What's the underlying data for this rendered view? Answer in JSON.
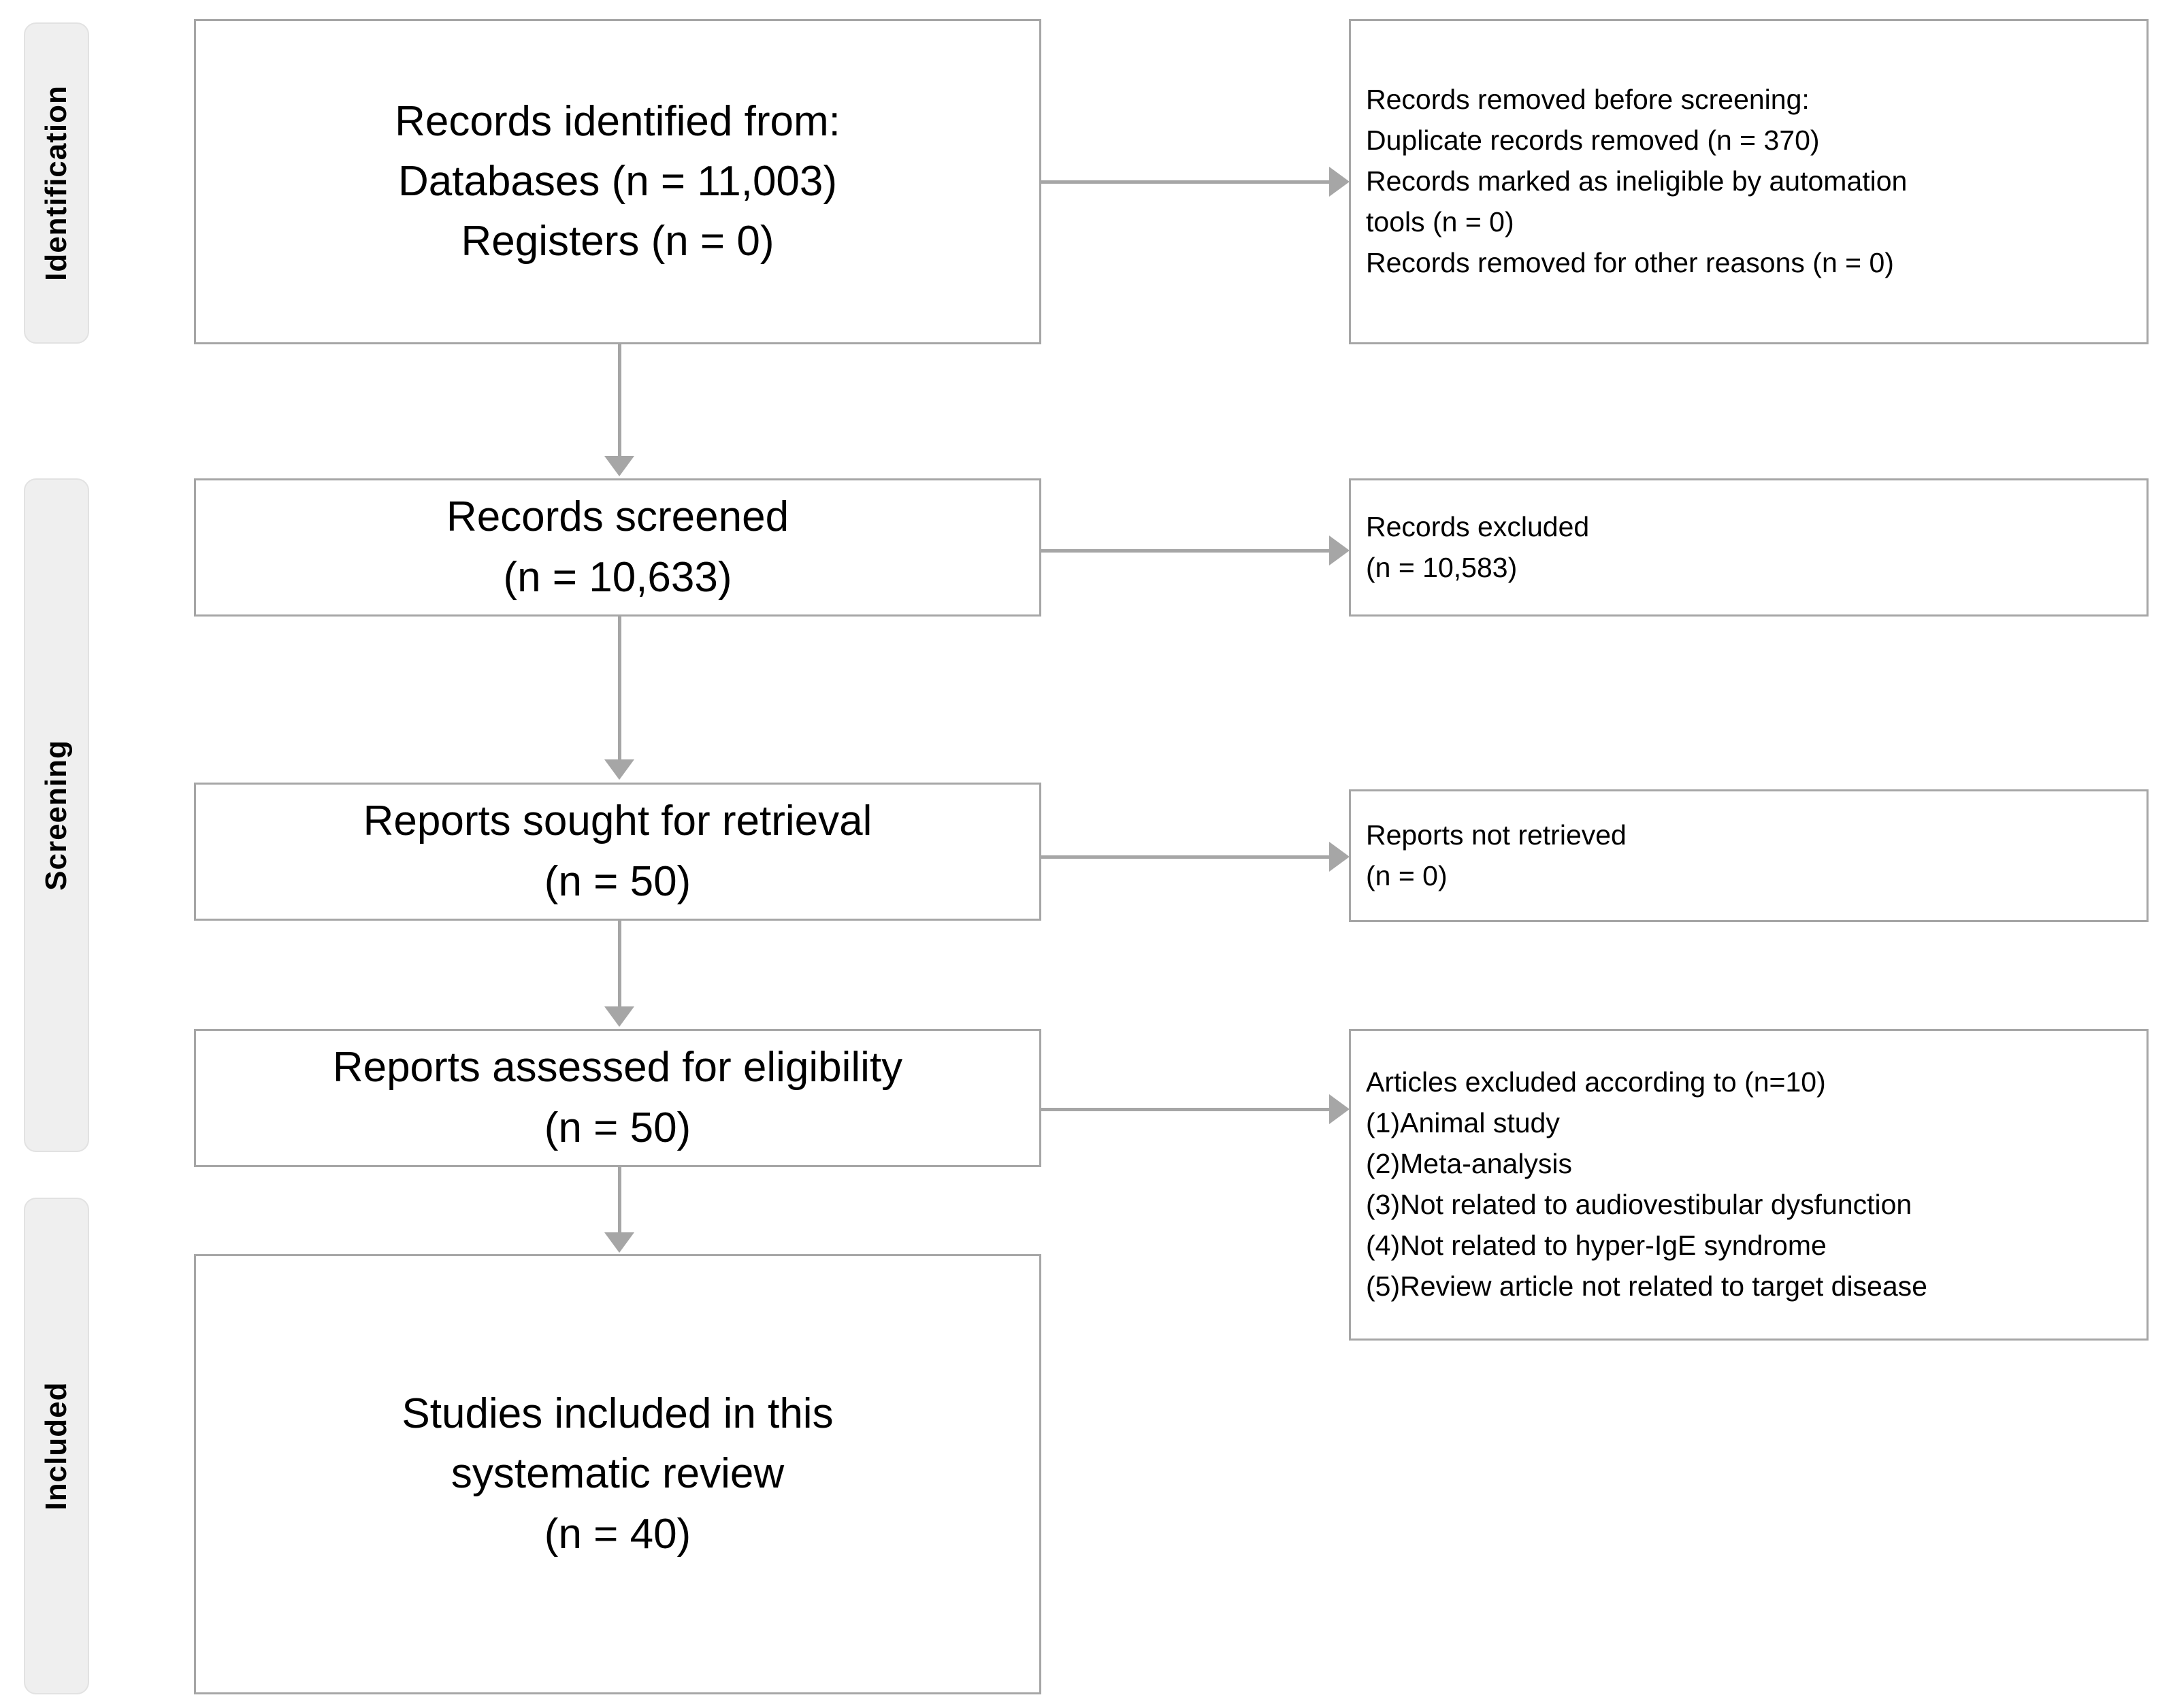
{
  "diagram": {
    "title": "PRISMA 2020 flow diagram",
    "type": "prisma-flow-diagram",
    "colors": {
      "box_border": "#a6a6a6",
      "tab_fill": "#efefef",
      "tab_border": "#e2e2e2",
      "connector": "#a6a6a6",
      "text": "#000000",
      "background": "#ffffff"
    }
  },
  "stages": [
    {
      "id": "identification",
      "label": "Identification"
    },
    {
      "id": "screening",
      "label": "Screening"
    },
    {
      "id": "included",
      "label": "Included"
    }
  ],
  "boxes": {
    "records_identified": {
      "lines": [
        "Records identified from:",
        "Databases (n = 11,003)",
        "Registers (n = 0)"
      ]
    },
    "records_removed": {
      "lines": [
        "Records removed before screening:",
        "Duplicate records removed  (n = 370)",
        "Records marked as ineligible by automation",
        "tools (n = 0)",
        "Records removed for other reasons (n = 0)"
      ]
    },
    "records_screened": {
      "lines": [
        "Records screened",
        "(n = 10,633)"
      ]
    },
    "records_excluded": {
      "lines": [
        "Records excluded",
        "(n = 10,583)"
      ]
    },
    "reports_sought": {
      "lines": [
        "Reports sought for retrieval",
        "(n = 50)"
      ]
    },
    "reports_not_retrieved": {
      "lines": [
        "Reports not retrieved",
        "(n = 0)"
      ]
    },
    "reports_assessed": {
      "lines": [
        "Reports assessed for eligibility",
        "(n = 50)"
      ]
    },
    "articles_excluded": {
      "lines": [
        "Articles excluded according to (n=10)",
        "(1)Animal study",
        "(2)Meta-analysis",
        "(3)Not related to audiovestibular dysfunction",
        "(4)Not related to hyper-IgE syndrome",
        "(5)Review article not related to target disease"
      ]
    },
    "studies_included": {
      "lines": [
        "Studies included in this",
        "systematic review",
        "(n = 40)"
      ]
    }
  },
  "flow": {
    "identified_to_screened": "arrow-down",
    "identified_to_removed": "arrow-right",
    "screened_to_sought": "arrow-down",
    "screened_to_excluded": "arrow-right",
    "sought_to_assessed": "arrow-down",
    "sought_to_not_retrieved": "arrow-right",
    "assessed_to_included": "arrow-down",
    "assessed_to_articles_excluded": "arrow-right"
  }
}
